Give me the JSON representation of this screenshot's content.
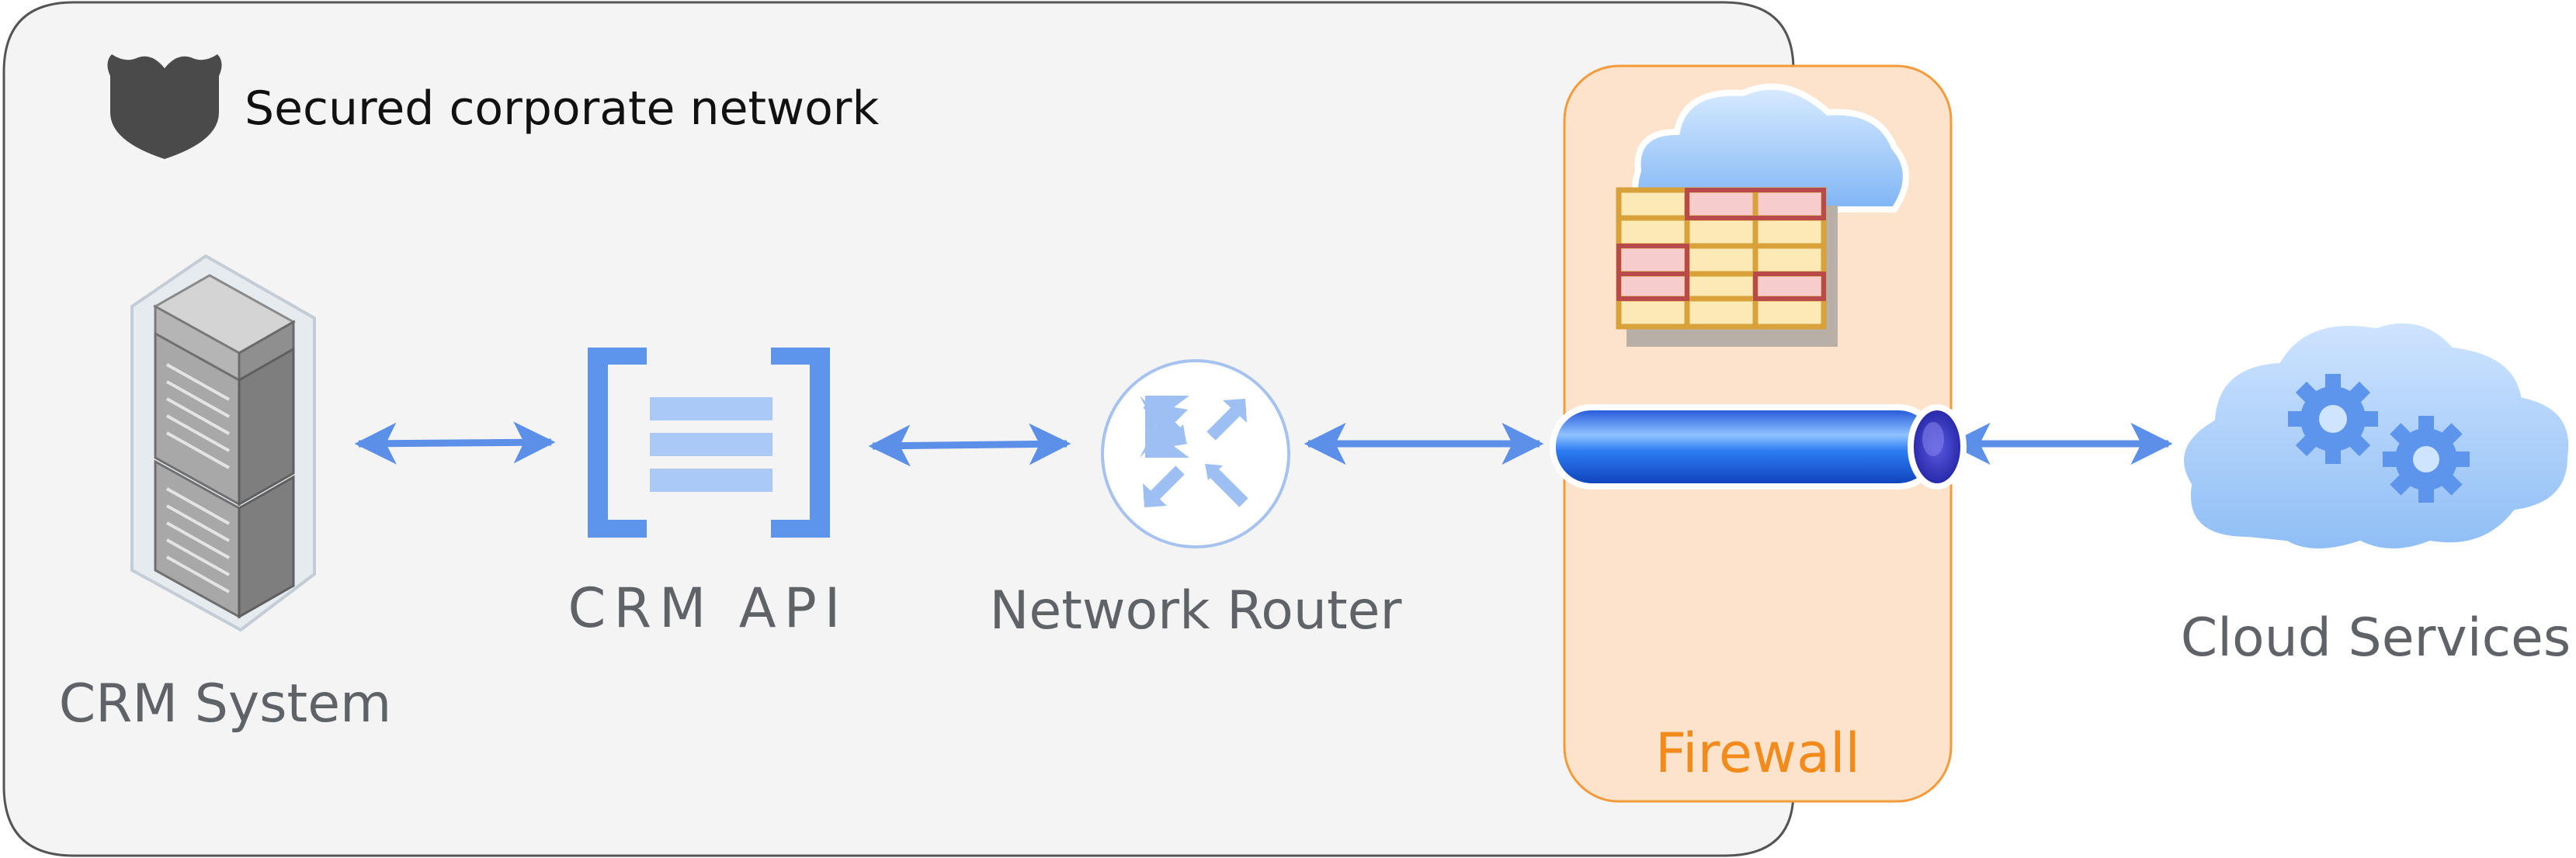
{
  "colors": {
    "arrow": "#5b8fe8",
    "network_zone_fill": "#f4f4f4",
    "network_zone_stroke": "#555555",
    "firewall_fill": "#fde3cc",
    "firewall_stroke": "#f39a3a",
    "firewall_label": "#f28a1c",
    "label_text": "#5f6368"
  },
  "zones": {
    "network": {
      "title": "Secured corporate network",
      "icon": "shield-icon"
    },
    "firewall": {
      "label": "Firewall",
      "icon": "firewall-rules-icon"
    }
  },
  "nodes": {
    "crm_system": {
      "label": "CRM System",
      "icon": "server-rack-icon"
    },
    "crm_api": {
      "label": "CRM API",
      "icon": "api-brackets-icon"
    },
    "router": {
      "label": "Network Router",
      "icon": "router-icon"
    },
    "tunnel": {
      "icon": "secure-tunnel-pipe-icon"
    },
    "cloud": {
      "label": "Cloud Services",
      "icon": "cloud-gears-icon"
    }
  },
  "connections": [
    {
      "from": "crm_system",
      "to": "crm_api",
      "direction": "bidirectional"
    },
    {
      "from": "crm_api",
      "to": "router",
      "direction": "bidirectional"
    },
    {
      "from": "router",
      "to": "tunnel",
      "direction": "bidirectional"
    },
    {
      "from": "tunnel",
      "to": "cloud",
      "direction": "bidirectional"
    }
  ]
}
